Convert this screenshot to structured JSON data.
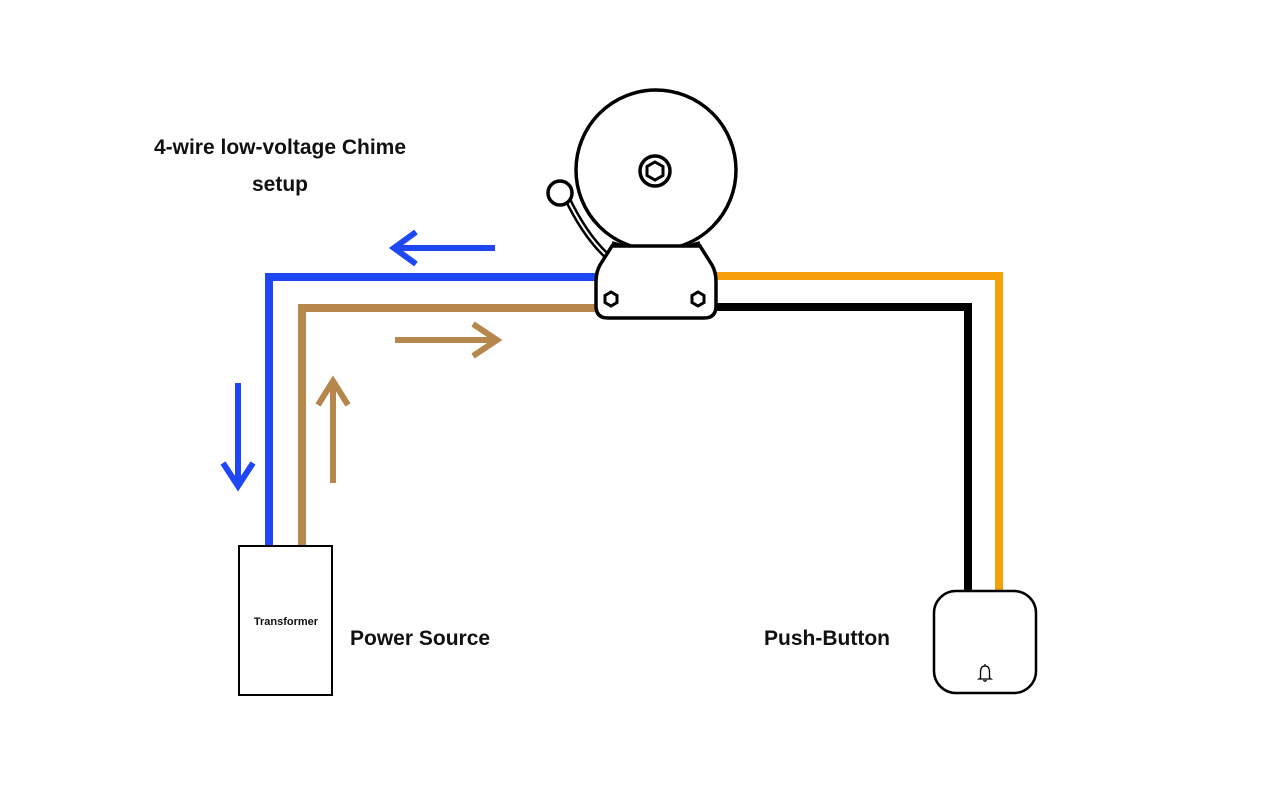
{
  "diagram": {
    "title_line1": "4-wire low-voltage Chime",
    "title_line2": "setup",
    "components": {
      "chime": {
        "name": "Chime bell"
      },
      "transformer": {
        "label": "Transformer",
        "caption": "Power Source"
      },
      "push_button": {
        "caption": "Push-Button",
        "icon": "bell-icon"
      }
    },
    "wires": [
      {
        "name": "blue-wire",
        "color": "#1f47f5",
        "from": "Transformer",
        "to": "Chime",
        "flow": "toward transformer"
      },
      {
        "name": "brown-wire",
        "color": "#b5874c",
        "from": "Transformer",
        "to": "Chime",
        "flow": "toward chime"
      },
      {
        "name": "orange-wire",
        "color": "#f5a00a",
        "from": "Chime",
        "to": "Push-Button"
      },
      {
        "name": "black-wire",
        "color": "#000000",
        "from": "Chime",
        "to": "Push-Button"
      }
    ],
    "arrows": [
      {
        "name": "blue-arrow-left",
        "color": "#1f47f5",
        "direction": "left"
      },
      {
        "name": "blue-arrow-down",
        "color": "#1f47f5",
        "direction": "down"
      },
      {
        "name": "brown-arrow-right",
        "color": "#b5874c",
        "direction": "right"
      },
      {
        "name": "brown-arrow-up",
        "color": "#b5874c",
        "direction": "up"
      }
    ]
  }
}
